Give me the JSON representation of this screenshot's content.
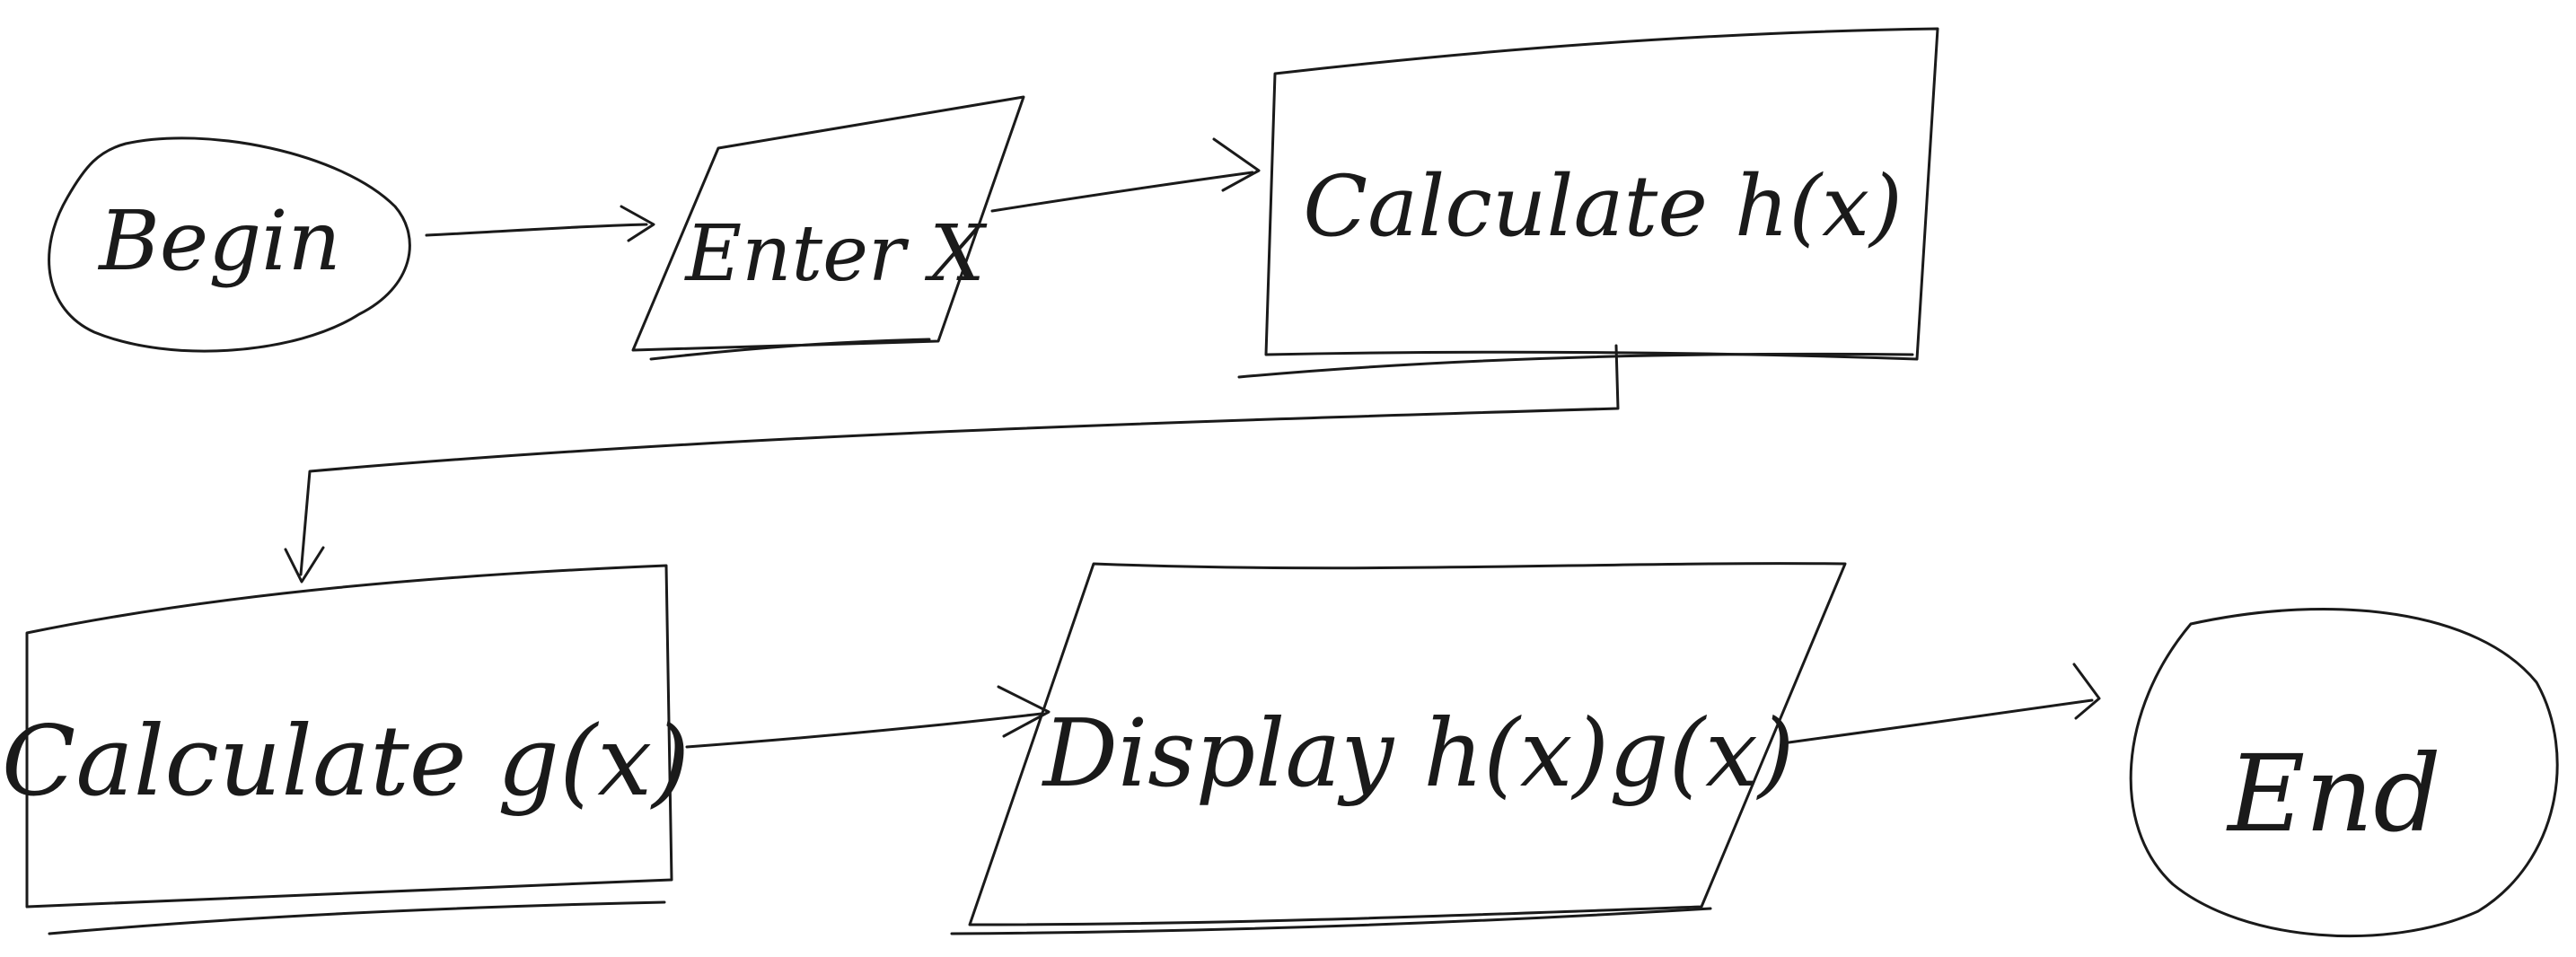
{
  "nodes": {
    "begin": "Begin",
    "enter": "Enter X",
    "calc_h": "Calculate h(x)",
    "calc_g": "Calculate g(x)",
    "display": "Display h(x)g(x)",
    "end": "End"
  }
}
